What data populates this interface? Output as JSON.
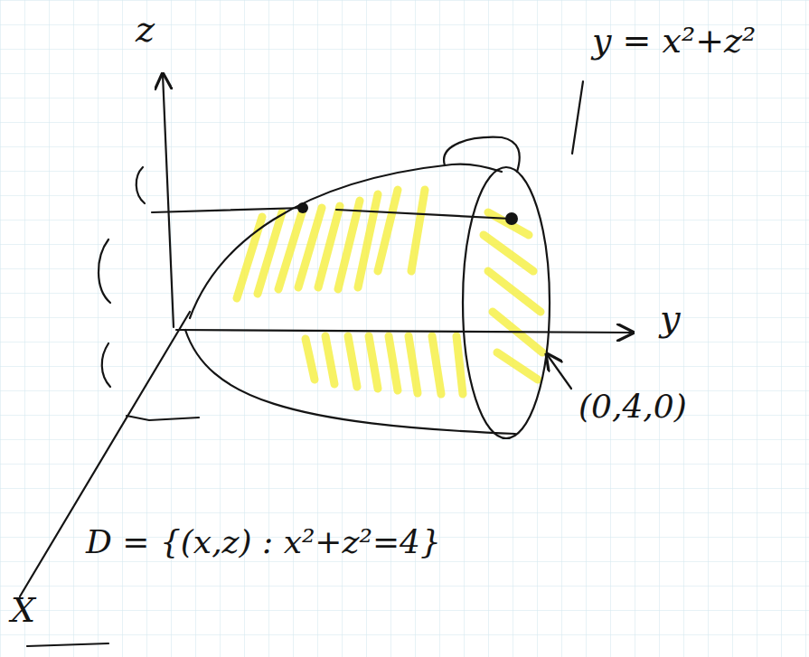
{
  "diagram": {
    "labels": [
      "z",
      "y = x²+z²",
      "y",
      "(0,4,0)",
      "D = {(x,z) : x²+z²=4}",
      "X"
    ]
  }
}
